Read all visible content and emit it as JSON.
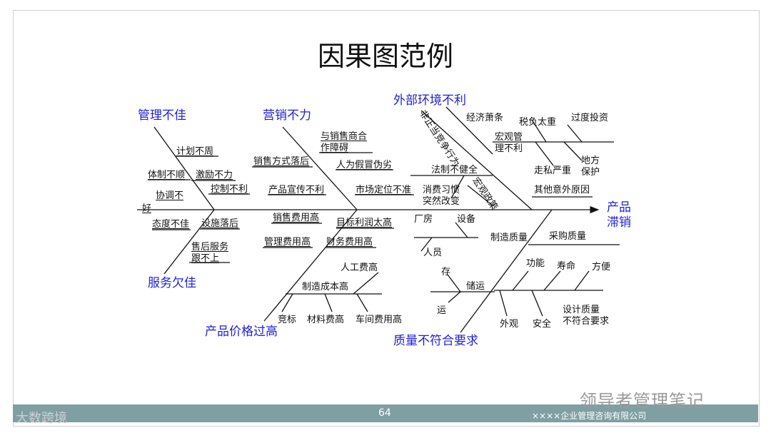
{
  "title": "因果图范例",
  "effect": {
    "line1": "产品",
    "line2": "滞销"
  },
  "categories": {
    "management": "管理不佳",
    "marketing": "营销不力",
    "environment": "外部环境不利",
    "service": "服务欠佳",
    "price": "产品价格过高",
    "quality": "质量不符合要求"
  },
  "causes": {
    "jihua": "计划不周",
    "tizhi": "体制不顺",
    "jili": "激励不力",
    "xietiao1": "协调不",
    "xietiao2": "好",
    "kongzhi": "控制不利",
    "taidu": "态度不佳",
    "sheshi": "设施落后",
    "shouhou1": "售后服务",
    "shouhou2": "跟不上",
    "xiaoshou_fangshi": "销售方式落后",
    "yuxiaoshoushang1": "与销售商合",
    "yuxiaoshoushang2": "作障碍",
    "renwei": "人为假冒伪劣",
    "chanpin_xuanchuan": "产品宣传不利",
    "shichang": "市场定位不准",
    "xiaoshou_feiyong": "销售费用高",
    "mubiao": "目标利润太高",
    "guanli_feiyong": "管理费用高",
    "caiwu": "财务费用高",
    "rengong": "人工费高",
    "zhizao_chengben": "制造成本高",
    "jingbiao": "竞标",
    "cailiao": "材料费高",
    "chejian": "车间费用高",
    "jingji": "经济萧条",
    "shuifu": "税负太重",
    "guodu": "过度投资",
    "hongguan1": "宏观管",
    "hongguan2": "理不利",
    "zousi": "走私严重",
    "difang1": "地方",
    "difang2": "保护",
    "fazhi": "法制不健全",
    "xiaofei1": "消费习惯",
    "xiaofei2": "突然改变",
    "qita": "其他意外原因",
    "feizhengdang": "非正当竞争行为",
    "hongguanzhengce": "宏观政策",
    "changfang": "厂房",
    "shebei": "设备",
    "renyuan": "人员",
    "zhizao_zhiliang": "制造质量",
    "caigou": "采购质量",
    "cun": "存",
    "yun": "运",
    "chuyun": "储运",
    "gongneng": "功能",
    "shouming": "寿命",
    "fangbian": "方便",
    "waiguan": "外观",
    "anquan": "安全",
    "sheji1": "设计质量",
    "sheji2": "不符合要求"
  },
  "footer": {
    "page_number": "64",
    "company": "××××企业管理咨询有限公司",
    "watermark_right": "领导者管理笔记",
    "watermark_left": "大数跨境"
  }
}
